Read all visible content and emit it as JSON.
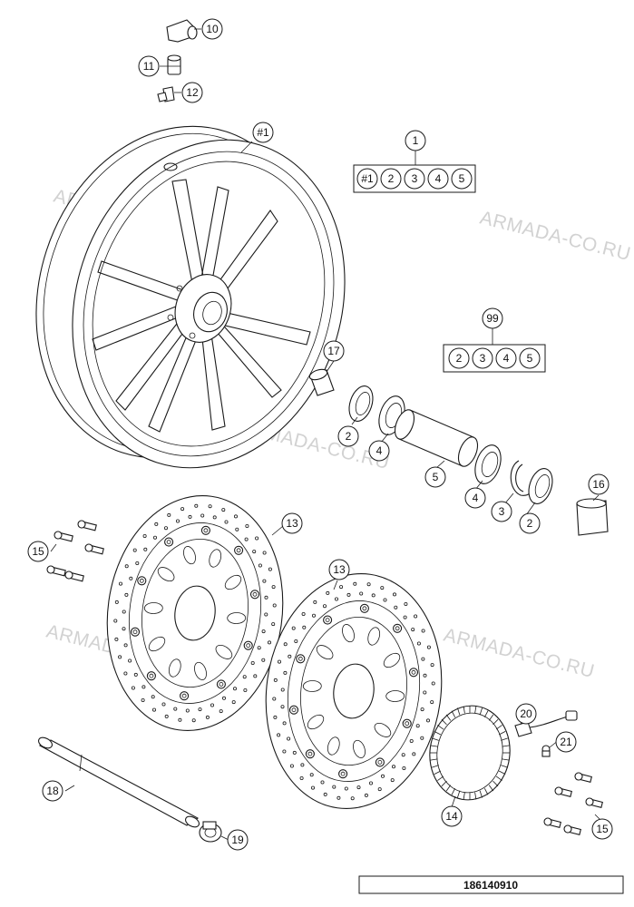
{
  "watermark": "ARMADA-CO.RU",
  "drawing_number": "186140910",
  "callouts": {
    "c10": "10",
    "c11": "11",
    "c12": "12",
    "c_wheel": "#1",
    "c1": "1",
    "c99": "99",
    "c17": "17",
    "c2a": "2",
    "c4a": "4",
    "c5": "5",
    "c4b": "4",
    "c3": "3",
    "c2b": "2",
    "c16": "16",
    "c13a": "13",
    "c13b": "13",
    "c15a": "15",
    "c15b": "15",
    "c18": "18",
    "c19": "19",
    "c14": "14",
    "c20": "20",
    "c21": "21"
  },
  "kit_1": [
    "#1",
    "2",
    "3",
    "4",
    "5"
  ],
  "kit_99": [
    "2",
    "3",
    "4",
    "5"
  ]
}
